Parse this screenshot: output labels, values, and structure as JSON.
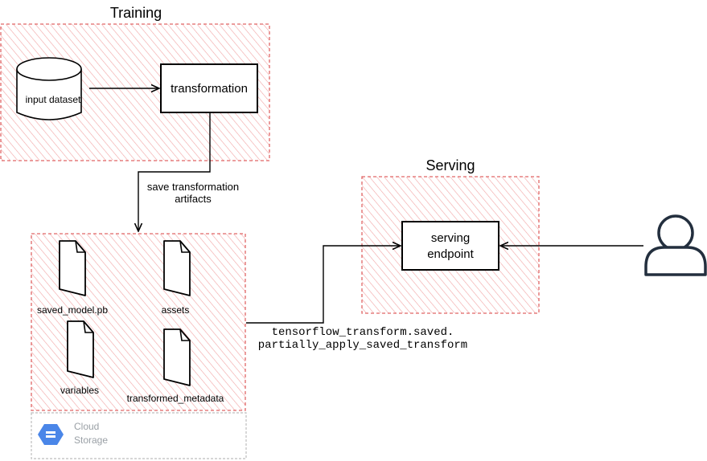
{
  "training": {
    "title": "Training"
  },
  "serving": {
    "title": "Serving"
  },
  "nodes": {
    "input_dataset": "input dataset",
    "transformation": "transformation",
    "serving_endpoint_line1": "serving",
    "serving_endpoint_line2": "endpoint"
  },
  "edges": {
    "save_artifacts_line1": "save transformation",
    "save_artifacts_line2": "artifacts",
    "apply_transform_line1": "tensorflow_transform.saved.",
    "apply_transform_line2": "partially_apply_saved_transform"
  },
  "artifacts": {
    "saved_model": "saved_model.pb",
    "assets": "assets",
    "variables": "variables",
    "transformed_metadata": "transformed_metadata"
  },
  "storage": {
    "line1": "Cloud",
    "line2": "Storage",
    "accent_color": "#4a86e8"
  },
  "colors": {
    "hatch_red": "#e06666"
  },
  "icons": {
    "file": "file-icon",
    "user": "user-icon",
    "database": "database-icon",
    "cloud_storage": "cloud-storage-icon"
  }
}
